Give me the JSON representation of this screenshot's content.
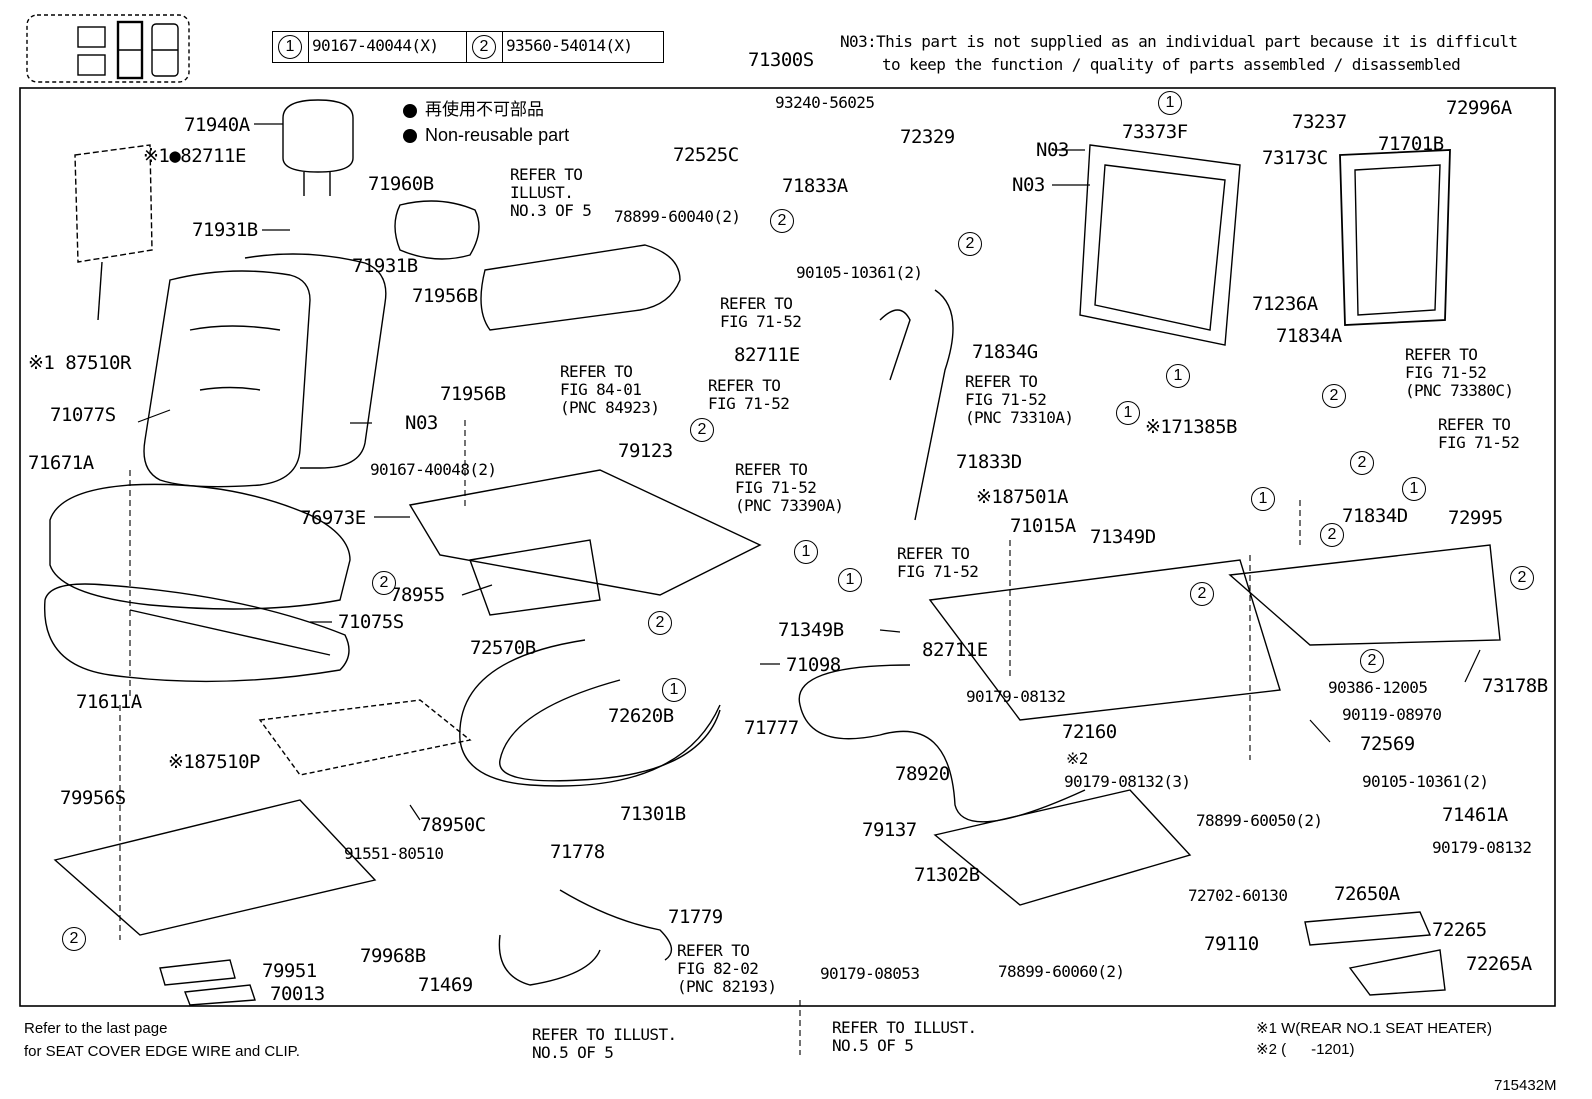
{
  "header": {
    "part1_num": "1",
    "part1_code": "90167-40044(X)",
    "part2_num": "2",
    "part2_code": "93560-54014(X)",
    "top_assembly": "71300S",
    "note_line1": "N03:This part is not supplied as an individual part because it is difficult",
    "note_line2": "to keep the function / quality of parts assembled / disassembled"
  },
  "legend": {
    "jp": "再使用不可部品",
    "en": "Non-reusable part"
  },
  "parts": {
    "p71940A": "71940A",
    "p82711E_a": "※1●82711E",
    "p71960B": "71960B",
    "p71931B_a": "71931B",
    "p71931B_b": "71931B",
    "p87510R": "※1 87510R",
    "p71077S": "71077S",
    "pN03_a": "N03",
    "p71671A": "71671A",
    "p71075S": "71075S",
    "p71611A": "71611A",
    "p87510P": "※187510P",
    "p79956S": "79956S",
    "p79951": "79951",
    "p70013": "70013",
    "p71956B_a": "71956B",
    "p71956B_b": "71956B",
    "p90167_40048": "90167-40048(2)",
    "p79123": "79123",
    "p76973E": "76973E",
    "p78955": "78955",
    "p72570B": "72570B",
    "p72620B": "72620B",
    "p78950C": "78950C",
    "p91551_80510": "91551-80510",
    "p79968B": "79968B",
    "p71469": "71469",
    "p78899_60040": "78899-60040(2)",
    "p93240_56025": "93240-56025",
    "p72329": "72329",
    "p72525C": "72525C",
    "p71833A": "71833A",
    "p90105_10361": "90105-10361(2)",
    "p82711E_b": "82711E",
    "p71349B_a": "71349B",
    "p71098": "71098",
    "p82711E_c": "82711E",
    "p71777": "71777",
    "p71301B": "71301B",
    "p71778": "71778",
    "p71779": "71779",
    "p79137": "79137",
    "p71302B": "71302B",
    "p90179_08053": "90179-08053",
    "p78920": "78920",
    "pN03_b": "N03",
    "pN03_c": "N03",
    "p73373F": "73373F",
    "p73237": "73237",
    "p73173C": "73173C",
    "p71236A": "71236A",
    "p72996A": "72996A",
    "p71701B": "71701B",
    "p71834G": "71834G",
    "p71834A": "71834A",
    "p71833D": "71833D",
    "p71385B": "※171385B",
    "p87501A": "※187501A",
    "p71015A": "71015A",
    "p71349D": "71349D",
    "p71834D": "71834D",
    "p72995": "72995",
    "p90179_08132_a": "90179-08132",
    "p72160": "72160",
    "p90179_08132_b": "90179-08132(3)",
    "p90386_12005": "90386-12005",
    "p90119_08970": "90119-08970",
    "p72569": "72569",
    "p73178B": "73178B",
    "p90105_10361_b": "90105-10361(2)",
    "p78899_60050": "78899-60050(2)",
    "p71461A": "71461A",
    "p90179_08132_c": "90179-08132",
    "p72650A": "72650A",
    "p72702_60130": "72702-60130",
    "p72265": "72265",
    "p79110": "79110",
    "p78899_60060": "78899-60060(2)",
    "p72265A": "72265A"
  },
  "refs": {
    "illust3": [
      "REFER TO",
      "ILLUST.",
      "NO.3 OF 5"
    ],
    "fig7152_a": [
      "REFER TO",
      "FIG 71-52"
    ],
    "fig8401": [
      "REFER TO",
      "FIG 84-01",
      "(PNC 84923)"
    ],
    "fig7152_b": [
      "REFER TO",
      "FIG 71-52"
    ],
    "fig7152_c": [
      "REFER TO",
      "FIG 71-52",
      "(PNC 73310A)"
    ],
    "fig7152_d": [
      "REFER TO",
      "FIG 71-52",
      "(PNC 73390A)"
    ],
    "fig7152_e": [
      "REFER TO",
      "FIG 71-52"
    ],
    "fig7152_f": [
      "REFER TO",
      "FIG 71-52",
      "(PNC 73380C)"
    ],
    "fig7152_g": [
      "REFER TO",
      "FIG 71-52"
    ],
    "fig8202": [
      "REFER TO",
      "FIG 82-02",
      "(PNC 82193)"
    ],
    "illust5_a": [
      "REFER TO ILLUST.",
      "NO.5 OF 5"
    ],
    "illust5_b": [
      "REFER TO ILLUST.",
      "NO.5 OF 5"
    ]
  },
  "footer": {
    "left1": "Refer to the last page",
    "left2": "for SEAT COVER EDGE WIRE and CLIP.",
    "note1": "※1 W(REAR NO.1 SEAT HEATER)",
    "note2": "※2 (      -1201)",
    "ref2_mark": "※2",
    "figure_id": "715432M"
  },
  "callouts": {
    "one": "1",
    "two": "2"
  }
}
